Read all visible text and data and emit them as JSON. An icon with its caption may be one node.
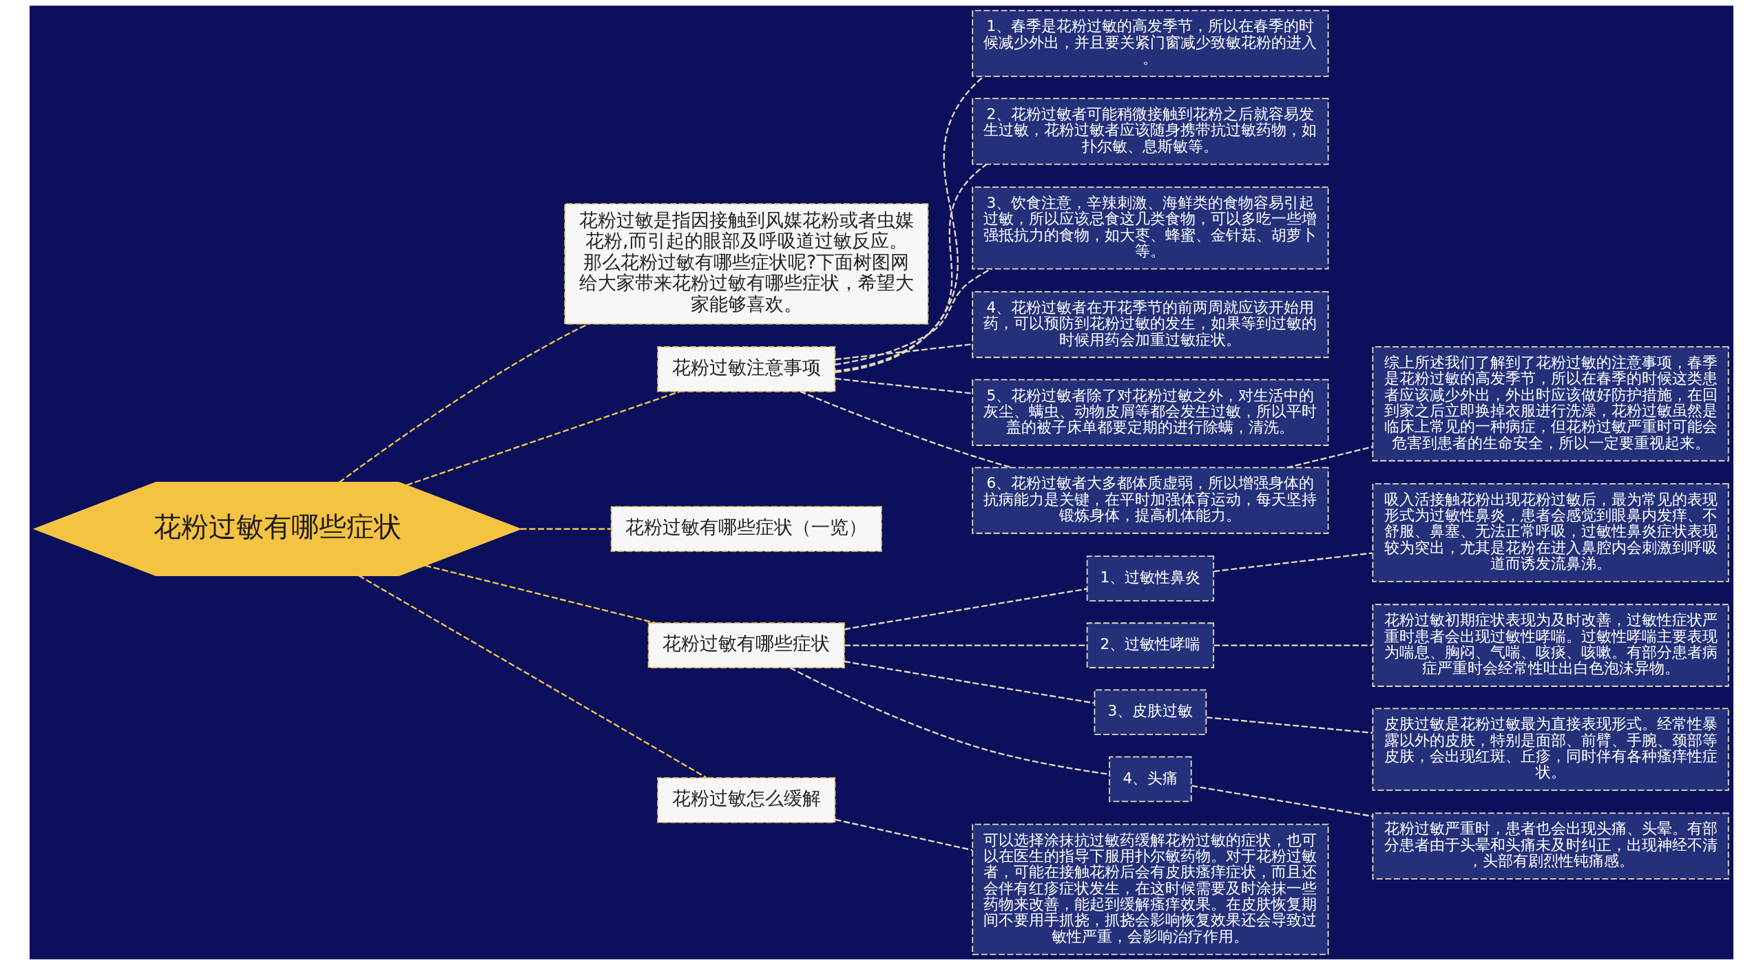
{
  "diagram": {
    "nodes": [
      {
        "text": [
          "花粉过敏有哪些症状"
        ]
      },
      {
        "text": [
          "花粉过敏是指因接触到风媒花粉或者虫媒花粉,而引起的眼部及呼吸道过敏反应。那么花粉过敏有哪些症状呢?下面树图网给大家带来花粉过敏有哪些症状，希望大家能够喜欢。"
        ]
      },
      {
        "text": [
          "花粉过敏注意事项"
        ]
      },
      {
        "text": [
          "1、春季是花粉过敏的高发季节，所以在春季的时候减少外出，并且要关紧门窗减少致敏花粉的进入。"
        ]
      },
      {
        "text": [
          "2、花粉过敏者可能稍微接触到花粉之后就容易发生过敏，花粉过敏者应该随身携带抗过敏药物，如扑尔敏、息斯敏等。"
        ]
      },
      {
        "text": [
          "3、饮食注意，辛辣刺激、海鲜类的食物容易引起过敏，所以应该忌食这几类食物，可以多吃一些增强抵抗力的食物，如大枣、蜂蜜、金针菇、胡萝卜等。"
        ]
      },
      {
        "text": [
          "4、花粉过敏者在开花季节的前两周就应该开始用药，可以预防到花粉过敏的发生，如果等到过敏的时候用药会加重过敏症状。"
        ]
      },
      {
        "text": [
          "5、花粉过敏者除了对花粉过敏之外，对生活中的灰尘、螨虫、动物皮屑等都会发生过敏，所以平时盖的被子床单都要定期的进行除螨，清洗。"
        ]
      },
      {
        "text": [
          "6、花粉过敏者大多都体质虚弱，所以增强身体的抗病能力是关键，在平时加强体育运动，每天坚持锻炼身体，提高机体能力。"
        ]
      },
      {
        "text": [
          "综上所述我们了解到了花粉过敏的注意事项，春季是花粉过敏的高发季节，所以在春季的时候这类患者应该减少外出，外出时应该做好防护措施，在回到家之后立即换掉衣服进行洗澡，花粉过敏虽然是临床上常见的一种病症，但花粉过敏严重时可能会危害到患者的生命安全，所以一定要重视起来。"
        ]
      },
      {
        "text": [
          "花粉过敏有哪些症状（一览）"
        ]
      },
      {
        "text": [
          "花粉过敏有哪些症状"
        ]
      },
      {
        "text": [
          "1、过敏性鼻炎"
        ]
      },
      {
        "text": [
          "吸入活接触花粉出现花粉过敏后，最为常见的表现形式为过敏性鼻炎，患者会感觉到眼鼻内发痒、不舒服、鼻塞、无法正常呼吸，过敏性鼻炎症状表现较为突出，尤其是花粉在进入鼻腔内会刺激到呼吸道而诱发流鼻涕。"
        ]
      },
      {
        "text": [
          "2、过敏性哮喘"
        ]
      },
      {
        "text": [
          "花粉过敏初期症状表现为及时改善，过敏性症状严重时患者会出现过敏性哮喘。过敏性哮喘主要表现为喘息、胸闷、气喘、咳痰、咳嗽。有部分患者病症严重时会经常性吐出白色泡沫异物。"
        ]
      },
      {
        "text": [
          "3、皮肤过敏"
        ]
      },
      {
        "text": [
          "皮肤过敏是花粉过敏最为直接表现形式。经常性暴露以外的皮肤，特别是面部、前臂、手腕、颈部等皮肤，会出现红斑、丘疹，同时伴有各种瘙痒性症状。"
        ]
      },
      {
        "text": [
          "4、头痛"
        ]
      },
      {
        "text": [
          "花粉过敏严重时，患者也会出现头痛、头晕。有部分患者由于头晕和头痛未及时纠正，出现神经不清，头部有剧烈性钝痛感。"
        ]
      },
      {
        "text": [
          "花粉过敏怎么缓解"
        ]
      },
      {
        "text": [
          "可以选择涂抹抗过敏药缓解花粉过敏的症状，也可以在医生的指导下服用扑尔敏药物。对于花粉过敏者，可能在接触花粉后会有皮肤瘙痒症状，而且还会伴有红疹症状发生，在这时候需要及时涂抹一些药物来改善，能起到缓解瘙痒效果。在皮肤恢复期间不要用手抓挠，抓挠会影响恢复效果还会导致过敏性严重，会影响治疗作用。"
        ]
      }
    ],
    "edges": [
      {
        "from": 0,
        "to": 1,
        "arrow": "none",
        "style": "dashed",
        "color": "#f2c94c"
      },
      {
        "from": 0,
        "to": 2,
        "arrow": "none",
        "style": "dashed",
        "color": "#f2c94c"
      },
      {
        "from": 2,
        "to": 3,
        "arrow": "none",
        "style": "dashed"
      },
      {
        "from": 2,
        "to": 4,
        "arrow": "none",
        "style": "dashed"
      },
      {
        "from": 2,
        "to": 5,
        "arrow": "none",
        "style": "dashed"
      },
      {
        "from": 2,
        "to": 6,
        "arrow": "none",
        "style": "dashed"
      },
      {
        "from": 2,
        "to": 7,
        "arrow": "none",
        "style": "dashed"
      },
      {
        "from": 2,
        "to": 8,
        "arrow": "none",
        "style": "dashed"
      },
      {
        "from": 8,
        "to": 9,
        "arrow": "none",
        "style": "dashed"
      },
      {
        "from": 0,
        "to": 10,
        "arrow": "none",
        "style": "dashed",
        "color": "#f2c94c"
      },
      {
        "from": 0,
        "to": 11,
        "arrow": "none",
        "style": "dashed",
        "color": "#f2c94c"
      },
      {
        "from": 11,
        "to": 12,
        "arrow": "none",
        "style": "dashed"
      },
      {
        "from": 12,
        "to": 13,
        "arrow": "none",
        "style": "dashed"
      },
      {
        "from": 11,
        "to": 14,
        "arrow": "none",
        "style": "dashed"
      },
      {
        "from": 14,
        "to": 15,
        "arrow": "none",
        "style": "dashed"
      },
      {
        "from": 11,
        "to": 16,
        "arrow": "none",
        "style": "dashed"
      },
      {
        "from": 16,
        "to": 17,
        "arrow": "none",
        "style": "dashed"
      },
      {
        "from": 11,
        "to": 18,
        "arrow": "none",
        "style": "dashed"
      },
      {
        "from": 18,
        "to": 19,
        "arrow": "none",
        "style": "dashed"
      },
      {
        "from": 0,
        "to": 20,
        "arrow": "none",
        "style": "dashed",
        "color": "#f2c94c"
      },
      {
        "from": 20,
        "to": 21,
        "arrow": "none",
        "style": "dashed"
      }
    ]
  }
}
